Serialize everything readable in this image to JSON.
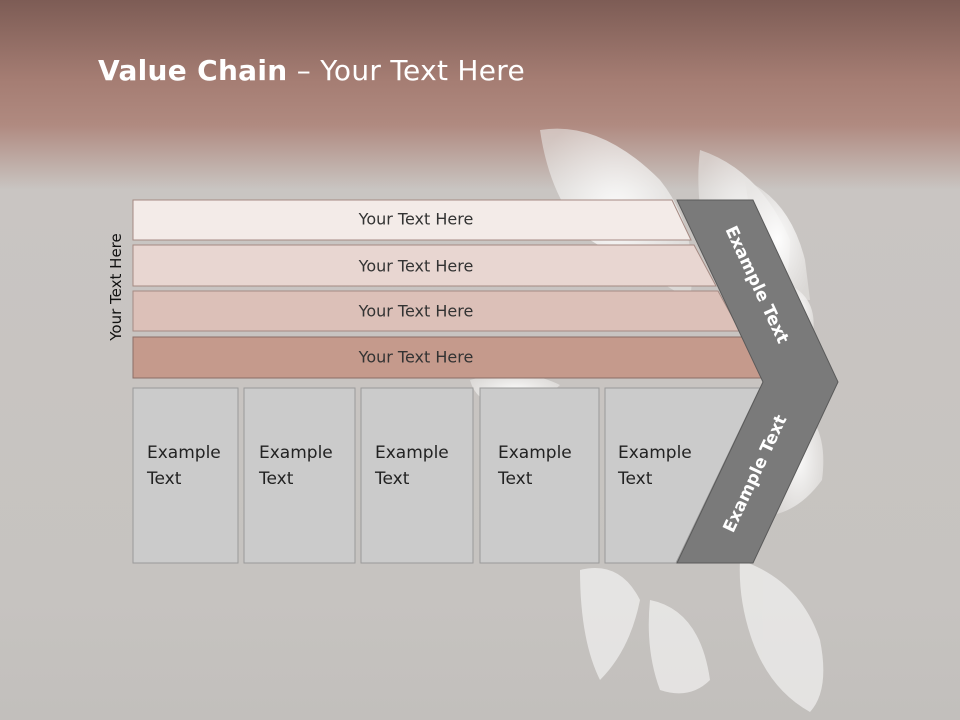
{
  "slide": {
    "title_bold": "Value Chain",
    "title_rest": " – Your Text Here",
    "side_label": "Your Text Here",
    "rows": [
      {
        "label": "Your Text Here",
        "color": "#f3ebe8"
      },
      {
        "label": "Your Text Here",
        "color": "#e8d6d1"
      },
      {
        "label": "Your Text Here",
        "color": "#dcc0b8"
      },
      {
        "label": "Your Text Here",
        "color": "#c59a8c"
      }
    ],
    "cells": [
      {
        "line1": "Example",
        "line2": "Text"
      },
      {
        "line1": "Example",
        "line2": "Text"
      },
      {
        "line1": "Example",
        "line2": "Text"
      },
      {
        "line1": "Example",
        "line2": "Text"
      },
      {
        "line1": "Example",
        "line2": "Text"
      }
    ],
    "chevron_top_text": "Example Text",
    "chevron_bottom_text": "Example Text",
    "chevron_color": "#7a7a7a",
    "cell_color": "#cbcbcb"
  }
}
